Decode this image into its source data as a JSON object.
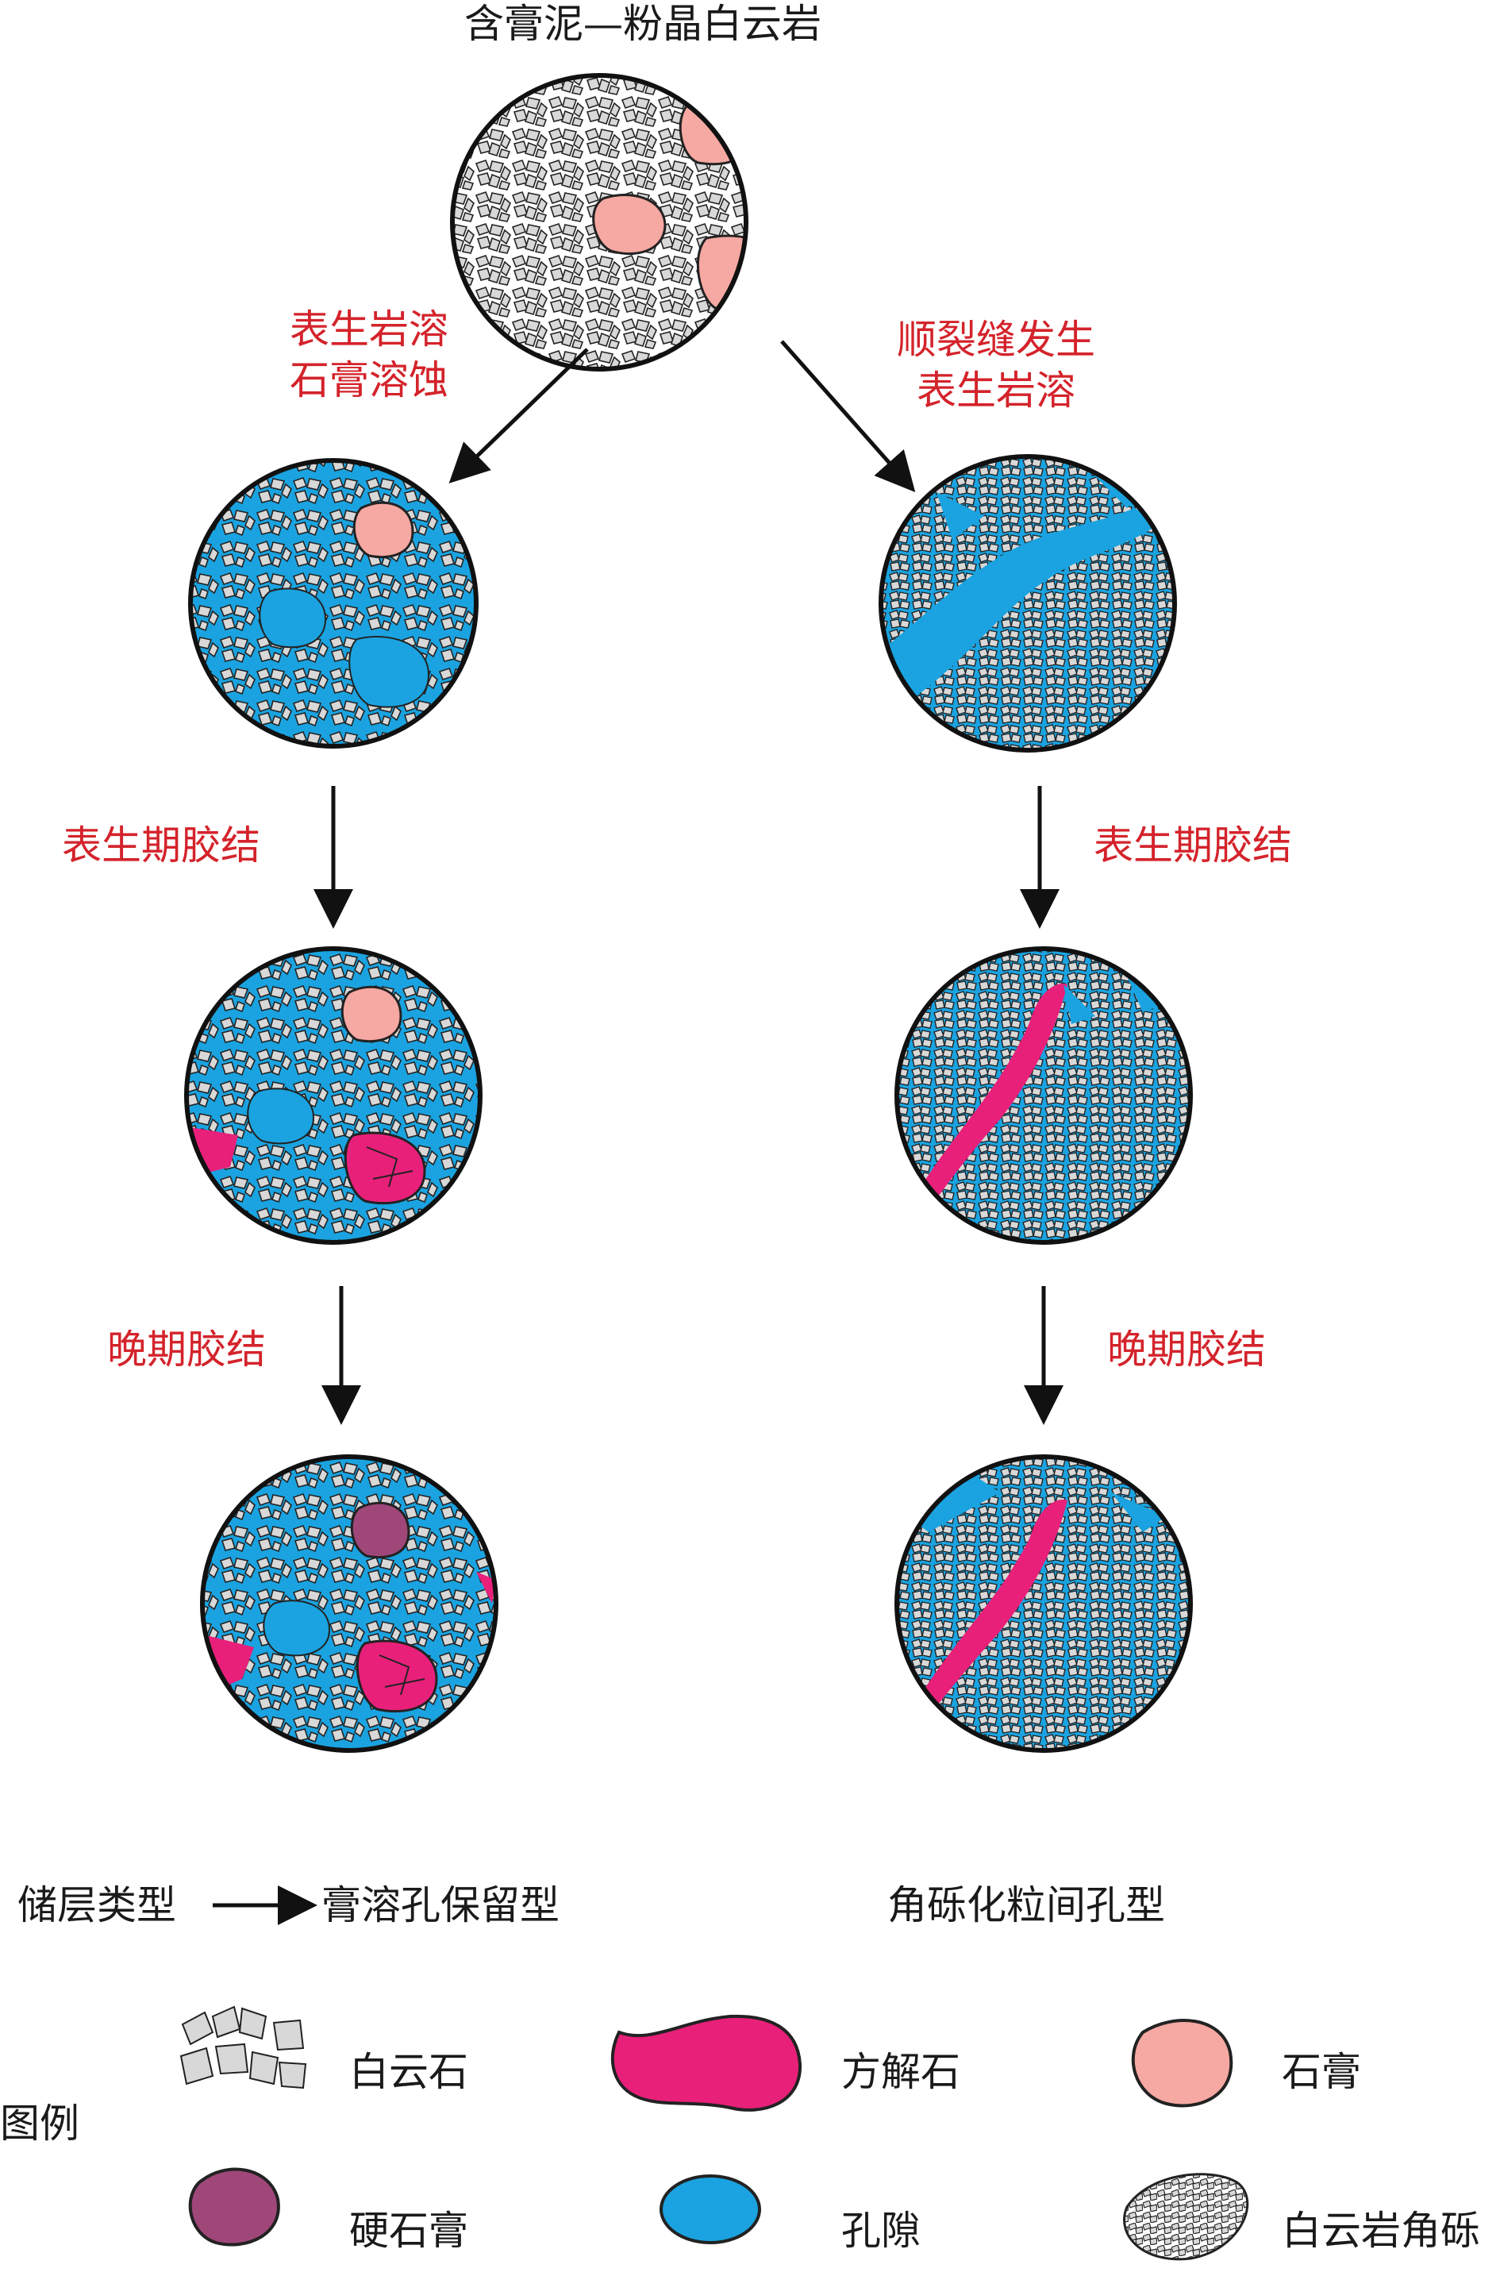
{
  "title": "含膏泥—粉晶白云岩",
  "left_branch": {
    "process1": [
      "表生岩溶",
      "石膏溶蚀"
    ],
    "process2": "表生期胶结",
    "process3": "晚期胶结"
  },
  "right_branch": {
    "process1": [
      "顺裂缝发生",
      "表生岩溶"
    ],
    "process2": "表生期胶结",
    "process3": "晚期胶结"
  },
  "reservoir_row": {
    "label": "储层类型",
    "left_type": "膏溶孔保留型",
    "right_type": "角砾化粒间孔型"
  },
  "legend": {
    "title": "图例",
    "items": [
      {
        "label": "白云石",
        "icon": "dolomite-crystals-icon"
      },
      {
        "label": "方解石",
        "icon": "calcite-icon"
      },
      {
        "label": "石膏",
        "icon": "gypsum-icon"
      },
      {
        "label": "硬石膏",
        "icon": "anhydrite-icon"
      },
      {
        "label": "孔隙",
        "icon": "pore-icon"
      },
      {
        "label": "白云岩角砾",
        "icon": "dolomite-breccia-icon"
      }
    ]
  },
  "colors": {
    "pore": "#1aa3e0",
    "gypsum": "#f6a8a2",
    "calcite": "#e8207a",
    "anhydrite": "#a0477a",
    "dolomite": "#d8d8d8",
    "label_red": "#d4232b"
  }
}
